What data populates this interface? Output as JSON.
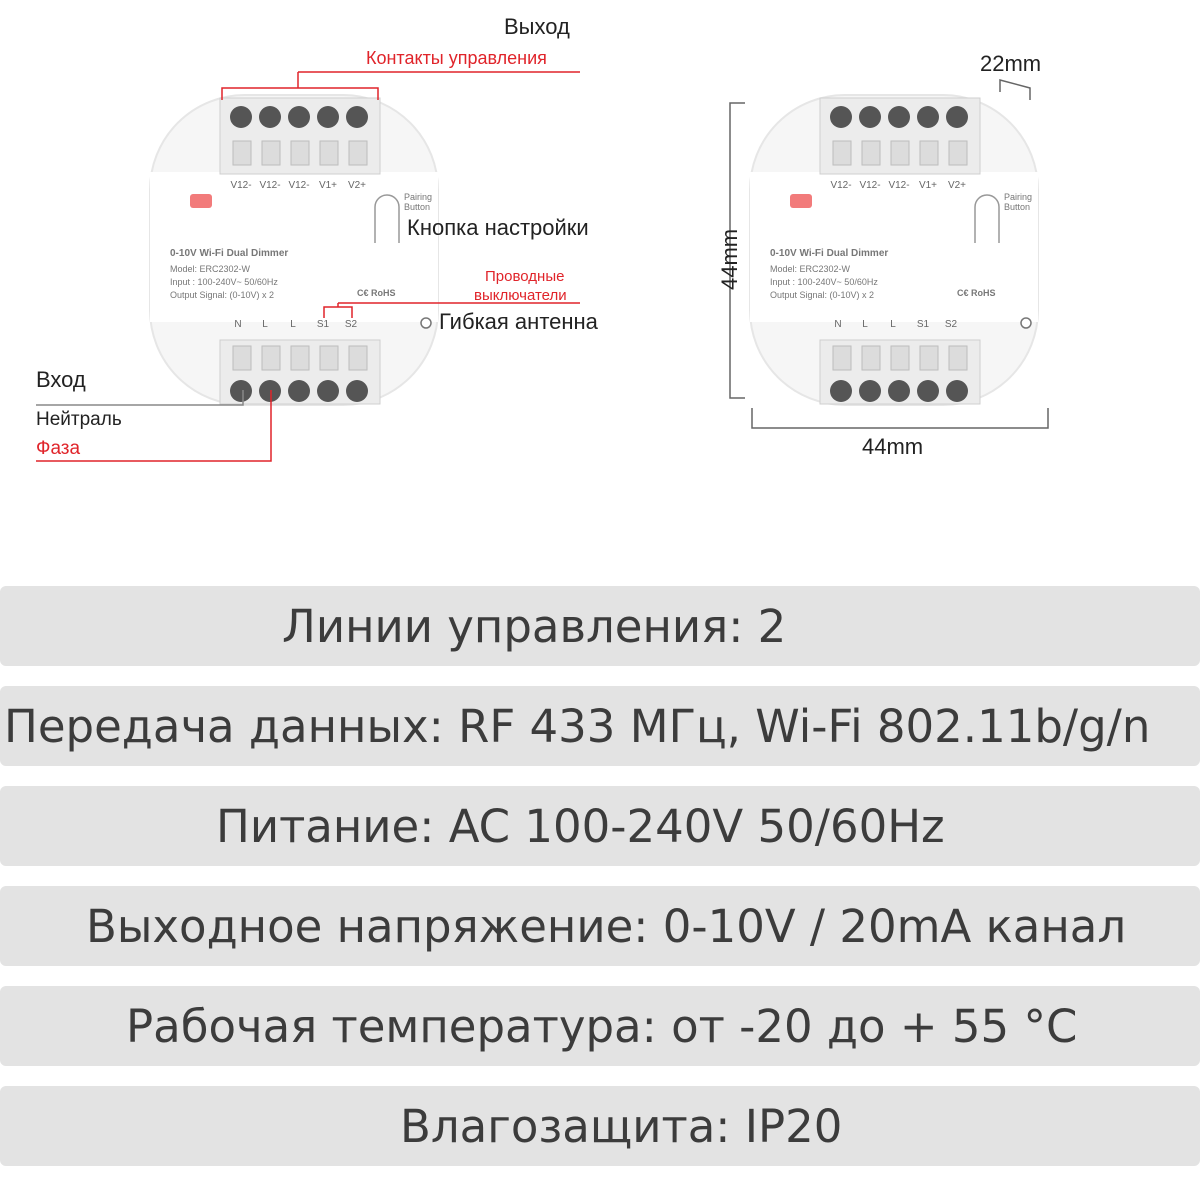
{
  "left_device": {
    "terminals_top": [
      "V12-",
      "V12-",
      "V12-",
      "V1+",
      "V2+"
    ],
    "terminals_bottom": [
      "N",
      "L",
      "L",
      "S1",
      "S2"
    ],
    "pairing_label": [
      "Pairing",
      "Button"
    ],
    "title": "0-10V Wi-Fi Dual Dimmer",
    "model": "Model: ERC2302-W",
    "input": "Input : 100-240V~ 50/60Hz",
    "output": "Output Signal: (0-10V) x 2",
    "marks": "C€ RoHS"
  },
  "callouts": {
    "output": "Выход",
    "control_contacts": "Контакты управления",
    "setup_button": "Кнопка настройки",
    "wired_switches": [
      "Проводные",
      "выключатели"
    ],
    "antenna": "Гибкая антенна",
    "input": "Вход",
    "neutral": "Нейтраль",
    "phase": "Фаза"
  },
  "dimensions": {
    "depth": "22mm",
    "height": "44mm",
    "width": "44mm"
  },
  "colors": {
    "accent_red": "#e0242a",
    "spec_band": "#e3e3e3",
    "spec_text": "#3c3c3c"
  },
  "specs": [
    "Линии управления: 2",
    "Передача данных: RF 433 МГц, Wi-Fi 802.11b/g/n",
    "Питание: AC 100-240V 50/60Hz",
    "Выходное напряжение: 0-10V / 20mA канал",
    "Рабочая температура: от -20 до + 55 °C",
    "Влагозащита: IP20"
  ]
}
